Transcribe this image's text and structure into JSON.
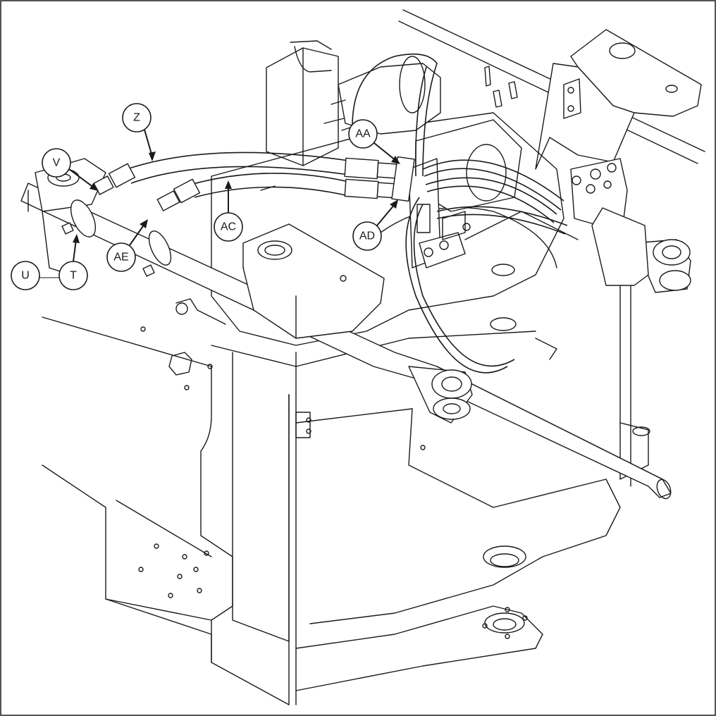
{
  "figure": {
    "callouts": [
      {
        "id": "Z",
        "label": "Z"
      },
      {
        "id": "V",
        "label": "V"
      },
      {
        "id": "AA",
        "label": "AA"
      },
      {
        "id": "AC",
        "label": "AC"
      },
      {
        "id": "AD",
        "label": "AD"
      },
      {
        "id": "AE",
        "label": "AE"
      },
      {
        "id": "U",
        "label": "U"
      },
      {
        "id": "T",
        "label": "T"
      }
    ]
  }
}
